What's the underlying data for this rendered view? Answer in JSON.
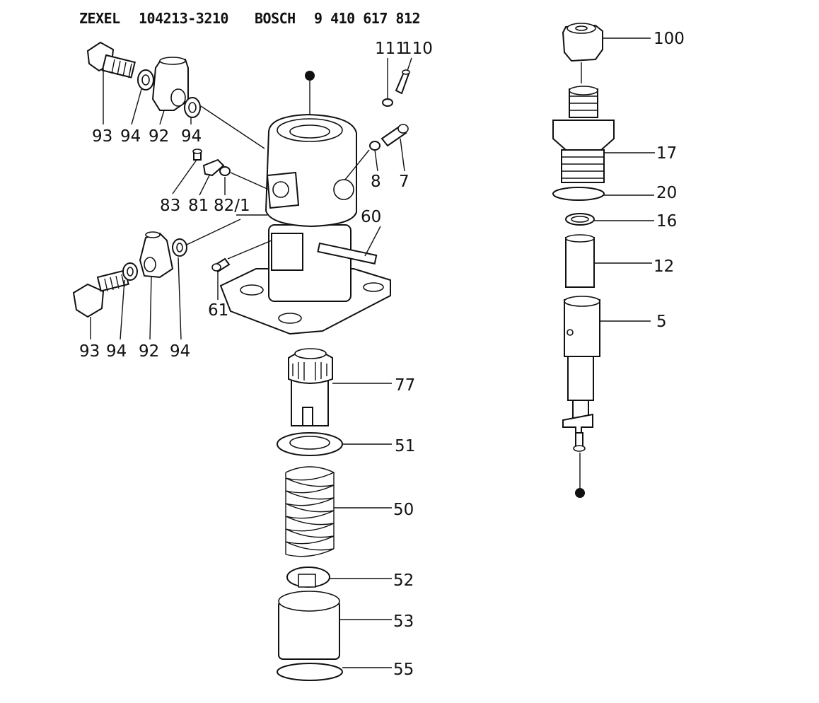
{
  "header": {
    "brand1": "ZEXEL",
    "part1": "104213-3210",
    "brand2": "BOSCH",
    "part2": "9 410 617 812"
  },
  "callouts": {
    "c100": "100",
    "c17": "17",
    "c20": "20",
    "c16": "16",
    "c12": "12",
    "c5": "5",
    "c111": "111",
    "c110": "110",
    "c93a": "93",
    "c94a": "94",
    "c92a": "92",
    "c94b": "94",
    "c8": "8",
    "c7": "7",
    "c83": "83",
    "c81": "81",
    "c821": "82/1",
    "c60": "60",
    "c61": "61",
    "c93b": "93",
    "c94c": "94",
    "c92b": "92",
    "c94d": "94",
    "c77": "77",
    "c51": "51",
    "c50": "50",
    "c52": "52",
    "c53": "53",
    "c55": "55"
  },
  "colors": {
    "ink": "#111111",
    "paper": "#ffffff"
  }
}
